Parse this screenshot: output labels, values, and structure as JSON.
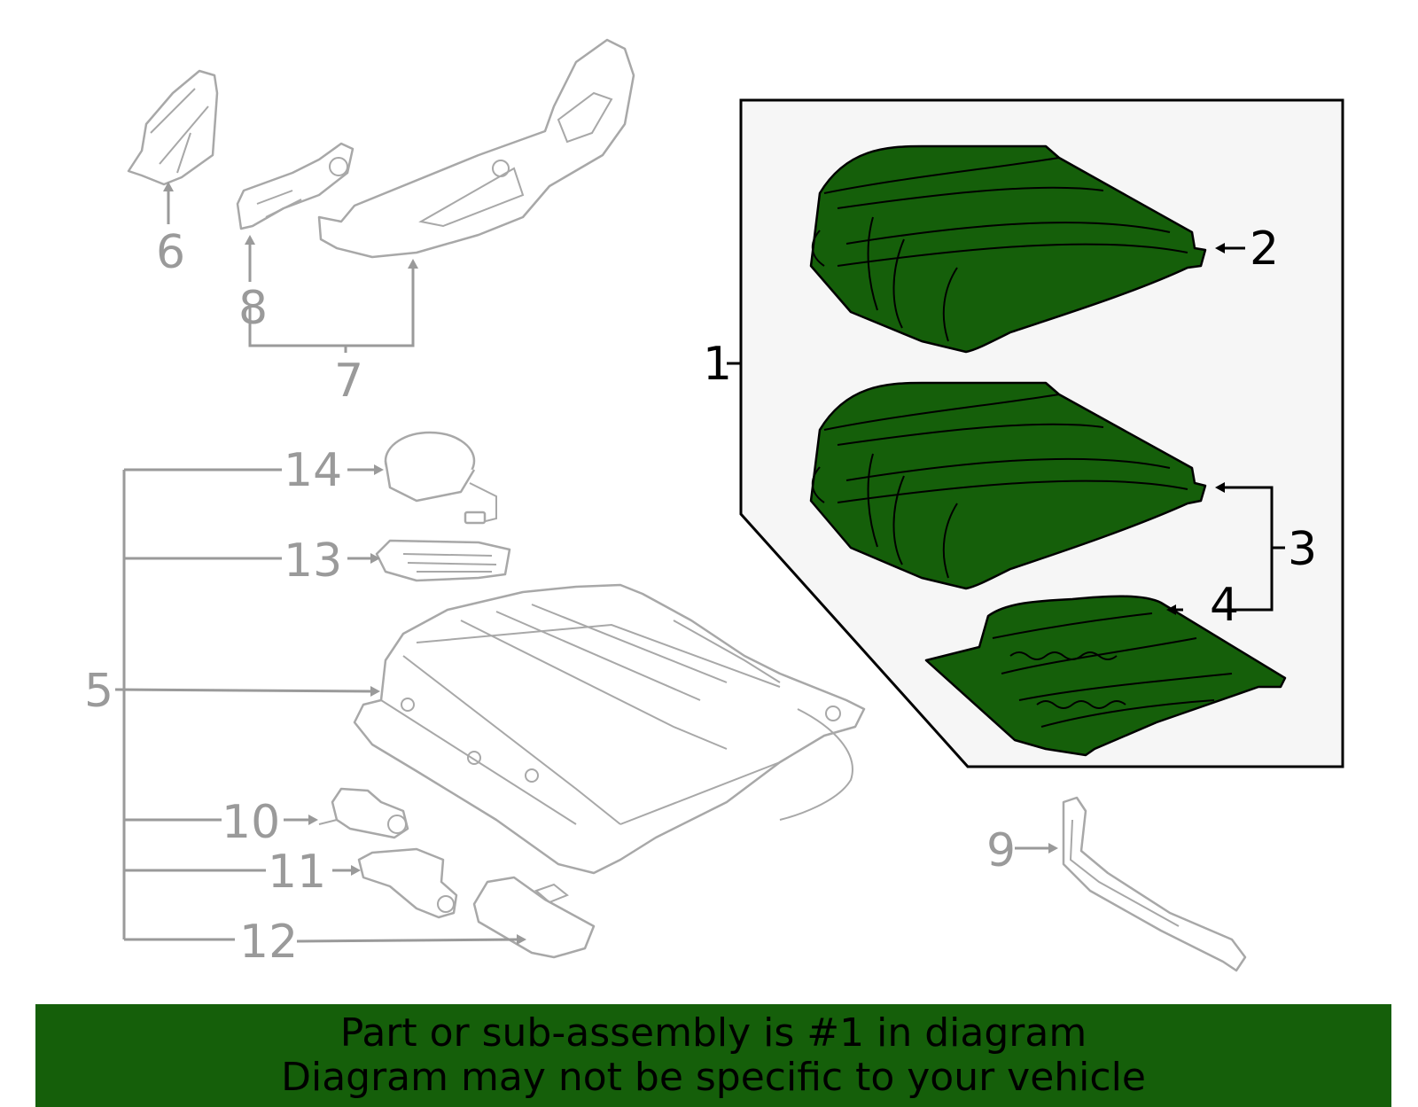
{
  "callouts": {
    "c1": "1",
    "c2": "2",
    "c3": "3",
    "c4": "4",
    "c5": "5",
    "c6": "6",
    "c7": "7",
    "c8": "8",
    "c9": "9",
    "c10": "10",
    "c11": "11",
    "c12": "12",
    "c13": "13",
    "c14": "14"
  },
  "colors": {
    "highlight": "#155f0a",
    "callout_grey": "#9a9a9a",
    "callout_active": "#000000",
    "panel_background": "#f6f6f6"
  },
  "banner": {
    "line1": "Part or sub-assembly is #1 in diagram",
    "line2": "Diagram may not be specific to your vehicle"
  }
}
